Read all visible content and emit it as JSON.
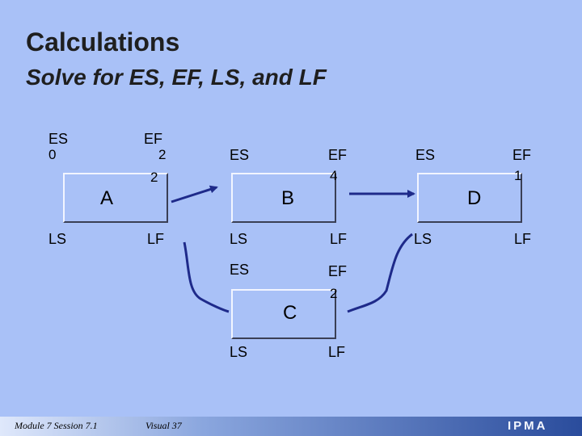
{
  "header": {
    "title": "Calculations",
    "subtitle": "Solve for ES, EF, LS, and LF"
  },
  "nodes": {
    "A": {
      "name": "A",
      "es_label": "ES",
      "es_value": "0",
      "ef_label": "EF",
      "ef_value": "2",
      "duration": "2",
      "ls_label": "LS",
      "lf_label": "LF"
    },
    "B": {
      "name": "B",
      "es_label": "ES",
      "ef_label": "EF",
      "duration": "4",
      "ls_label": "LS",
      "lf_label": "LF"
    },
    "C": {
      "name": "C",
      "es_label": "ES",
      "ef_label": "EF",
      "duration": "2",
      "ls_label": "LS",
      "lf_label": "LF"
    },
    "D": {
      "name": "D",
      "es_label": "ES",
      "ef_label": "EF",
      "duration": "1",
      "ls_label": "LS",
      "lf_label": "LF"
    }
  },
  "edges": [
    {
      "from": "A",
      "to": "B"
    },
    {
      "from": "A",
      "to": "C"
    },
    {
      "from": "B",
      "to": "D"
    },
    {
      "from": "C",
      "to": "D"
    }
  ],
  "footer": {
    "module": "Module 7  Session 7.1",
    "visual": "Visual 37",
    "logo": "IPMA"
  },
  "colors": {
    "background": "#a9c1f7",
    "connector": "#1e2a8a"
  }
}
